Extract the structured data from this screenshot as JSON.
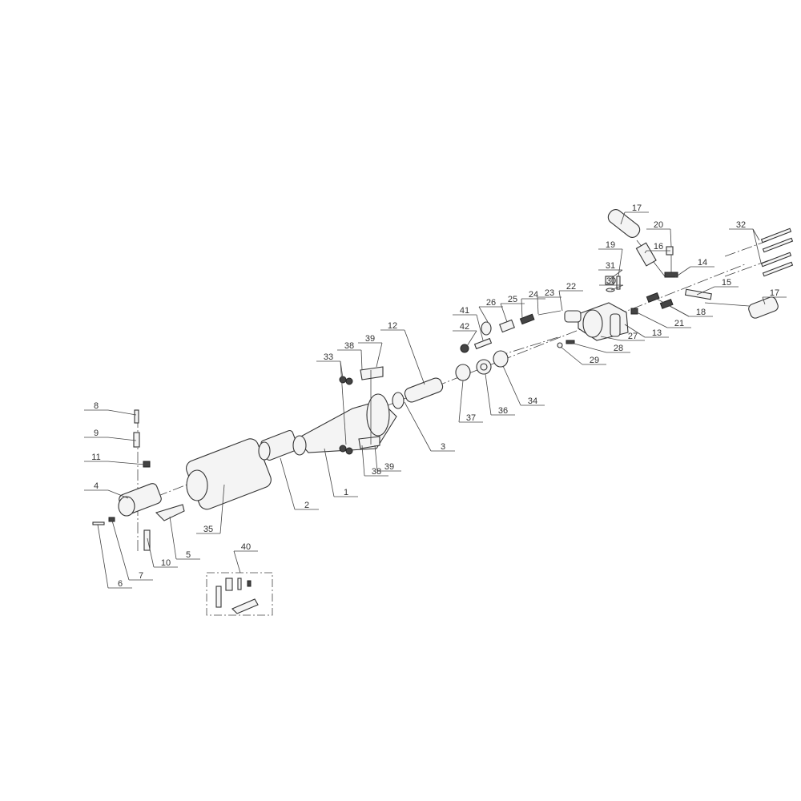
{
  "diagram": {
    "type": "exploded-parts-view",
    "part_labels": [
      "8",
      "9",
      "11",
      "4",
      "6",
      "7",
      "10",
      "5",
      "35",
      "2",
      "1",
      "40",
      "33",
      "38",
      "39",
      "39",
      "38",
      "12",
      "3",
      "37",
      "36",
      "34",
      "29",
      "28",
      "27",
      "13",
      "21",
      "18",
      "17",
      "16",
      "20",
      "14",
      "15",
      "17",
      "32",
      "19",
      "31",
      "30",
      "22",
      "23",
      "24",
      "25",
      "26",
      "41",
      "42"
    ]
  }
}
